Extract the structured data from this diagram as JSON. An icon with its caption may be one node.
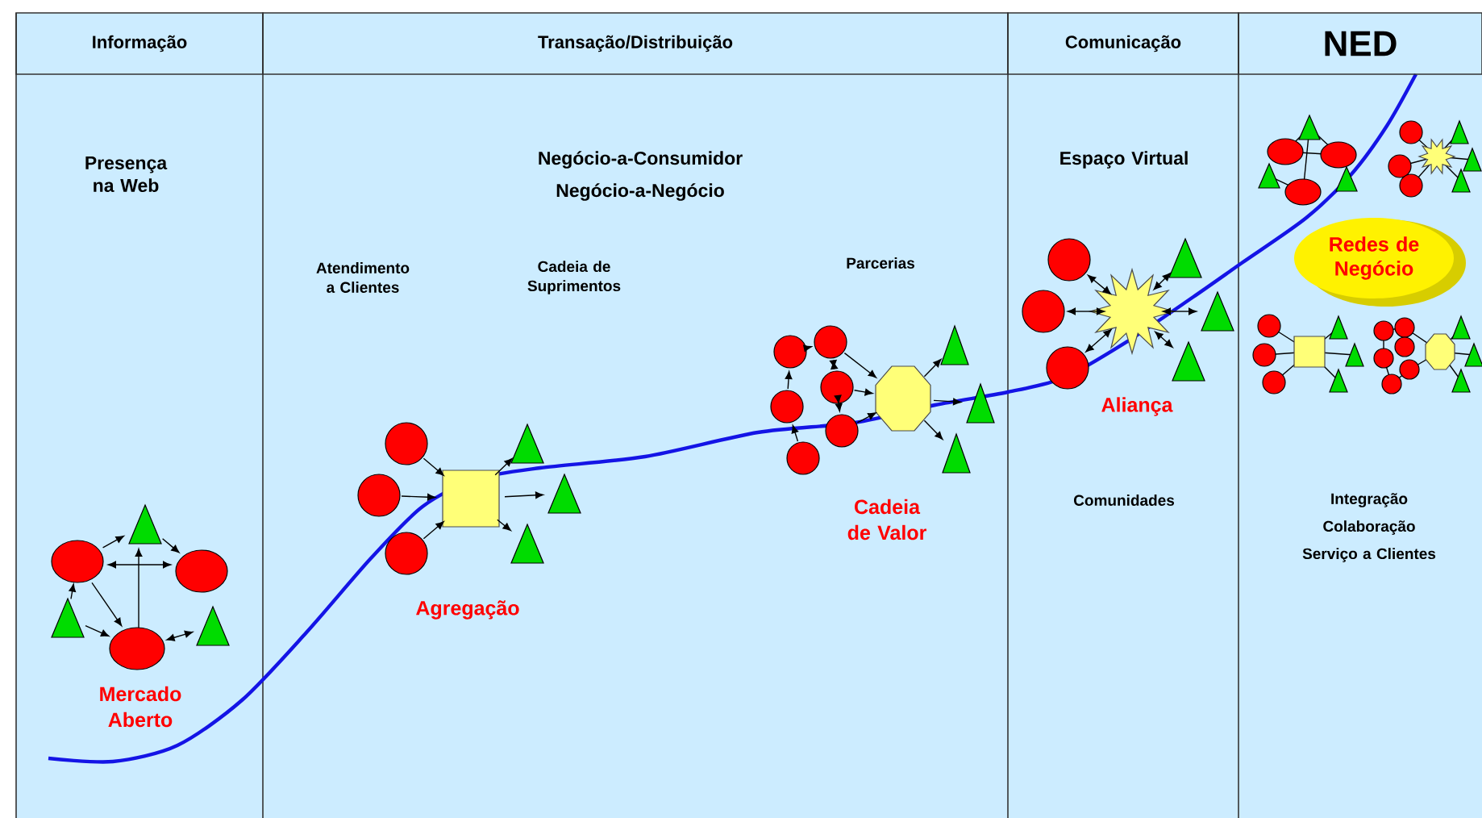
{
  "diagram": {
    "nodes": [
      {
        "text": [
          "Informação"
        ]
      },
      {
        "text": [
          "Transação/Distribuição"
        ]
      },
      {
        "text": [
          "Comunicação"
        ]
      },
      {
        "text": [
          "NED"
        ]
      },
      {
        "text": [
          "Redes de Negócio"
        ]
      }
    ],
    "labels": [
      "Presença na Web",
      "Negócio-a-Consumidor",
      "Negócio-a-Negócio",
      "Atendimento a Clientes",
      "Cadeia de Suprimentos",
      "Parcerias",
      "Espaço Virtual",
      "Mercado Aberto",
      "Agregação",
      "Cadeia de Valor",
      "Aliança",
      "Comunidades",
      "Integração",
      "Colaboração",
      "Serviço a Clientes"
    ]
  }
}
